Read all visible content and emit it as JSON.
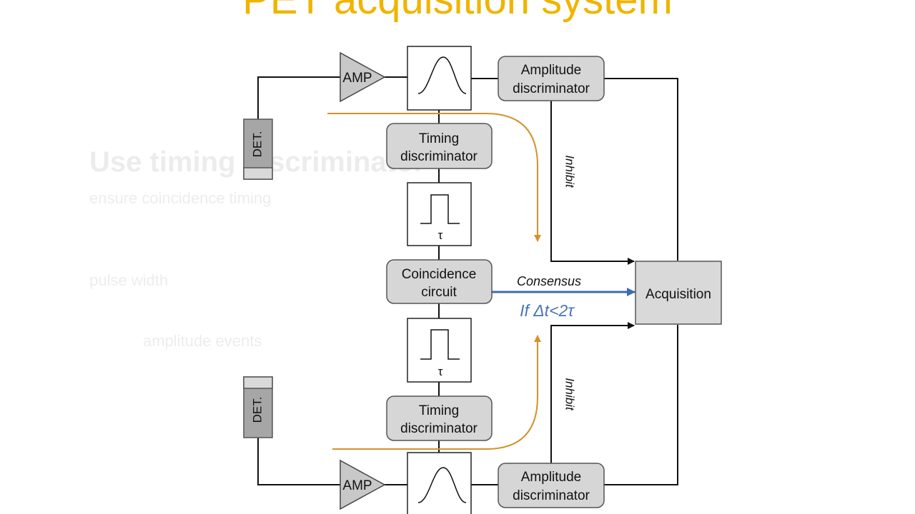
{
  "slide": {
    "title": "PET acquisition system"
  },
  "ghost": {
    "heading": "Use timing discriminator",
    "line1": "ensure coincidence timing",
    "line2": "pulse width",
    "line3": "amplitude events"
  },
  "diagram": {
    "amp": "AMP",
    "det": "DET.",
    "amplitude_line1": "Amplitude",
    "amplitude_line2": "discriminator",
    "timing_line1": "Timing",
    "timing_line2": "discriminator",
    "tau": "τ",
    "coincidence_line1": "Coincidence",
    "coincidence_line2": "circuit",
    "acquisition": "Acquisition",
    "consensus": "Consensus",
    "condition": "If Δt<2τ",
    "inhibit": "Inhibit"
  },
  "colors": {
    "title": "#f0b400",
    "orange_path": "#d4922a",
    "blue_arrow": "#3d6bb5",
    "condition_text": "#4a74b8",
    "rounded_box_fill": "#d6d6d6",
    "acquisition_fill": "#d9d9d9",
    "detector_fill": "#a6a6a6"
  }
}
